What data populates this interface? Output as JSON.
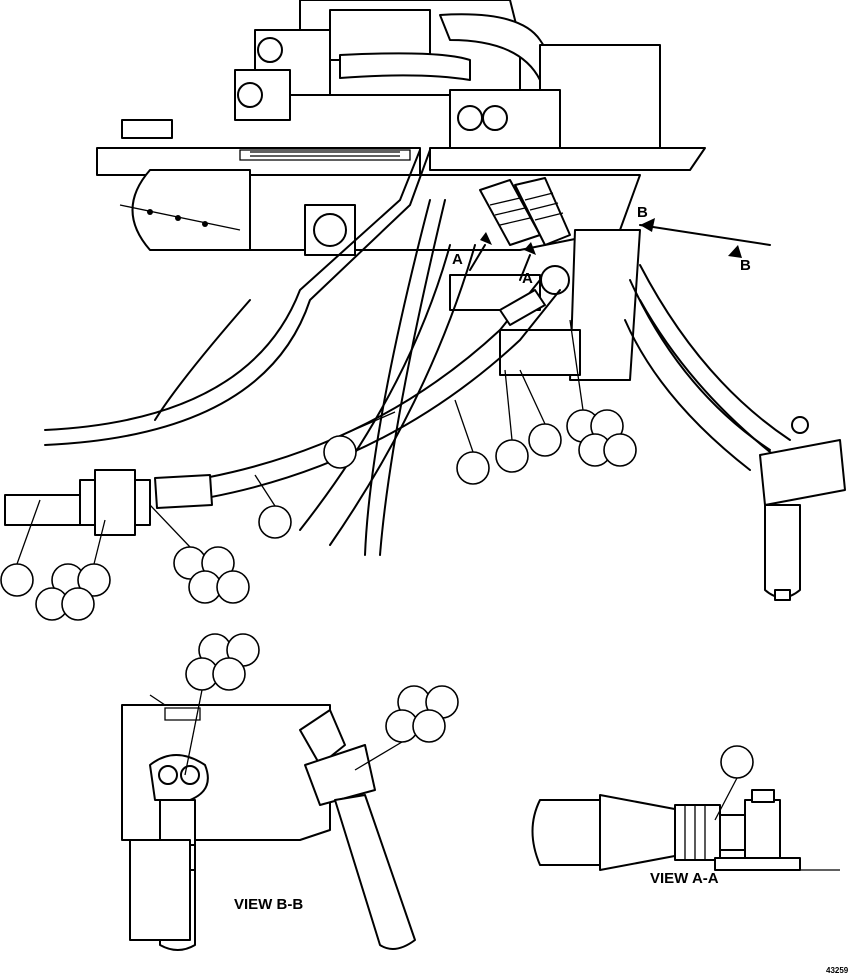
{
  "labels": {
    "section_a_left": "A",
    "section_a_right": "A",
    "section_b_top": "B",
    "section_b_right": "B",
    "view_bb": "VIEW B-B",
    "view_aa": "VIEW A-A",
    "figure_number": "43259"
  }
}
